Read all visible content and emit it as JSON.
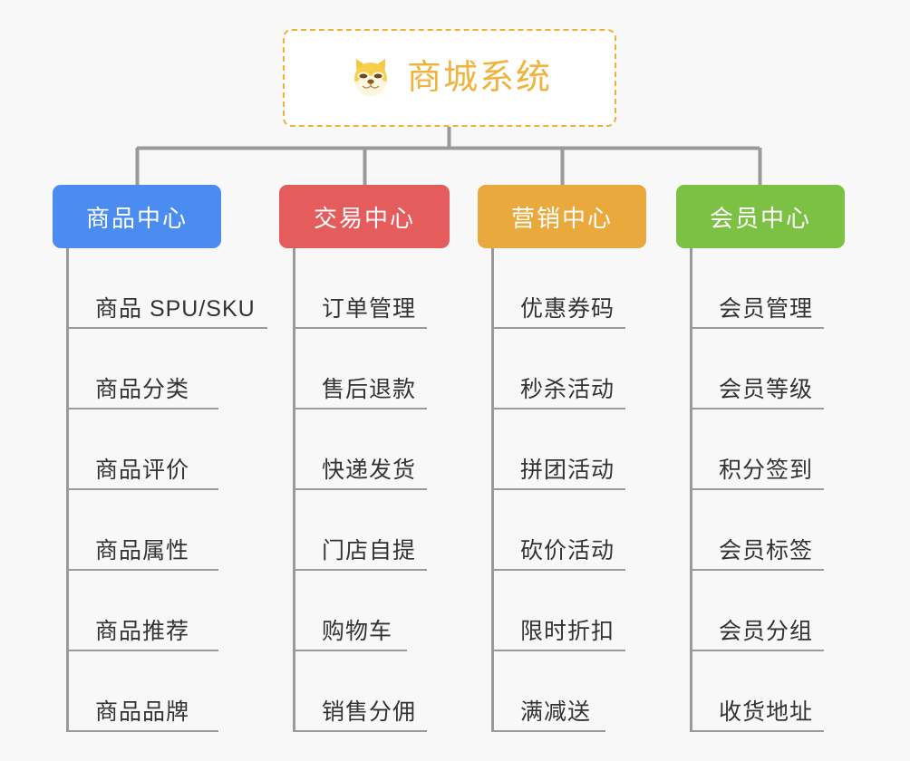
{
  "diagram": {
    "type": "mindmap-org-chart",
    "background_color": "#f8f8f8",
    "root": {
      "title": "商城系统",
      "icon": "shiba-dog-face-emoji",
      "text_color": "#f0b33d",
      "border_color": "#edb237",
      "background_color": "#ffffff"
    },
    "connector_color": "#9a9a9a",
    "columns": [
      {
        "title": "商品中心",
        "color": "#4a8cf0",
        "width": 186,
        "items": [
          "商品 SPU/SKU",
          "商品分类",
          "商品评价",
          "商品属性",
          "商品推荐",
          "商品品牌"
        ]
      },
      {
        "title": "交易中心",
        "color": "#e55c5c",
        "width": 188,
        "items": [
          "订单管理",
          "售后退款",
          "快递发货",
          "门店自提",
          "购物车",
          "销售分佣"
        ]
      },
      {
        "title": "营销中心",
        "color": "#eaa93c",
        "width": 186,
        "items": [
          "优惠券码",
          "秒杀活动",
          "拼团活动",
          "砍价活动",
          "限时折扣",
          "满减送"
        ]
      },
      {
        "title": "会员中心",
        "color": "#7cc143",
        "width": 186,
        "items": [
          "会员管理",
          "会员等级",
          "积分签到",
          "会员标签",
          "会员分组",
          "收货地址"
        ]
      }
    ]
  }
}
